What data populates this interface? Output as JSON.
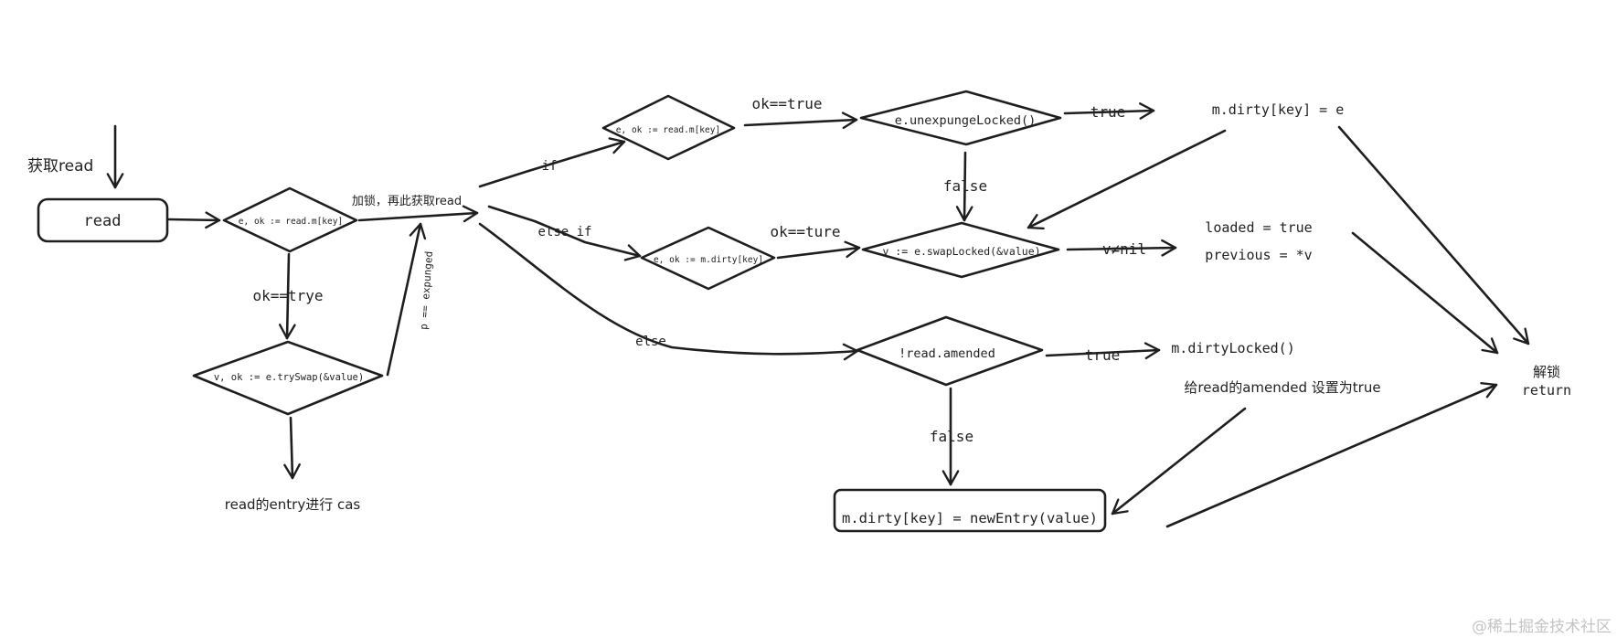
{
  "nodes": {
    "start_label": "获取read",
    "read_box": "read",
    "d_read_lookup": "e, ok := read.m[key]",
    "label_ok_trye": "ok==trye",
    "d_try_swap": "v, ok := e.trySwap(&value)",
    "cas_text": "read的entry进行 cas",
    "lock_text": "加锁，再此获取read",
    "expunged_text": "p == expunged",
    "label_if": "if",
    "label_else_if": "else if",
    "label_else": "else",
    "d_read_lookup2": "e, ok := read.m[key]",
    "label_ok_true": "ok==true",
    "d_unexpunge": "e.unexpungeLocked()",
    "label_true1": "true",
    "dirty_assign": "m.dirty[key] = e",
    "label_false1": "false",
    "d_dirty_lookup": "e, ok := m.dirty[key]",
    "label_ok_ture": "ok==ture",
    "d_swap_locked": "v := e.swapLocked(&value)",
    "label_v_nil": "v≠nil",
    "loaded_text": "loaded = true",
    "previous_text": "previous = *v",
    "d_amended": "!read.amended",
    "label_true2": "true",
    "dirty_locked": "m.dirtyLocked()",
    "amended_note": "给read的amended 设置为true",
    "label_false2": "false",
    "new_entry_box": "m.dirty[key] = newEntry(value)",
    "unlock_text": "解锁",
    "return_text": "return"
  },
  "watermark": "@稀土掘金技术社区",
  "colors": {
    "stroke": "#1e1e1e",
    "text": "#222222",
    "watermark": "#c4c4c4",
    "background": "#ffffff"
  }
}
